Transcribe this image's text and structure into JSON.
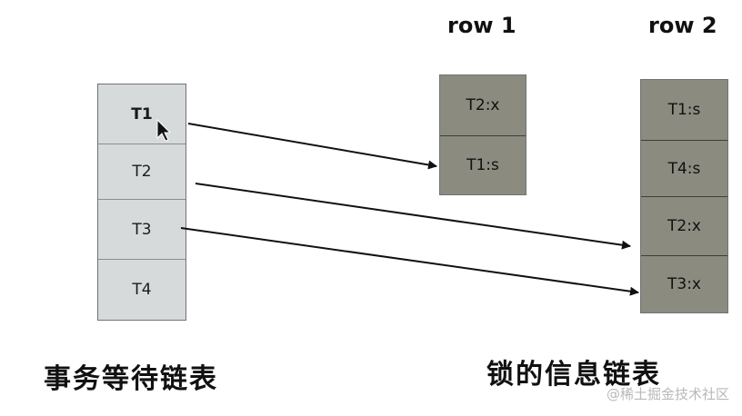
{
  "headers": {
    "row1": "row 1",
    "row2": "row 2"
  },
  "transactions": [
    "T1",
    "T2",
    "T3",
    "T4"
  ],
  "row1_locks": [
    "T2:x",
    "T1:s"
  ],
  "row2_locks": [
    "T1:s",
    "T4:s",
    "T2:x",
    "T3:x"
  ],
  "captions": {
    "left": "事务等待链表",
    "right": "锁的信息链表"
  },
  "watermark": "@稀土掘金技术社区"
}
